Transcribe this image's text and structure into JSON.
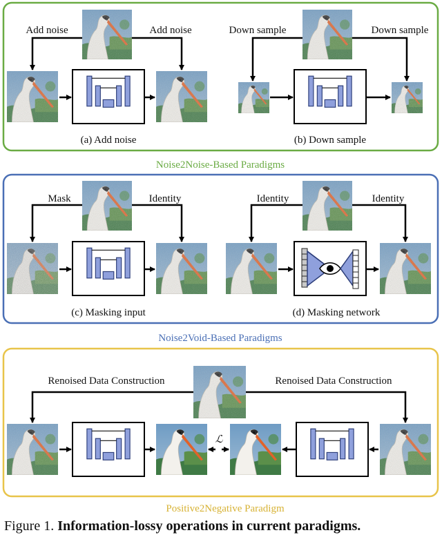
{
  "colors": {
    "noise2noise": "#6aab43",
    "noise2void": "#4a6fb5",
    "positive2negative": "#e8c44a",
    "unet_fill": "#8fa0dc",
    "unet_stroke": "#2d3e7a"
  },
  "icons": [
    "arrow-icon",
    "unet-icon",
    "bird-image-icon",
    "masking-network-icon",
    "loss-symbol-icon"
  ],
  "panels": {
    "noise2noise": {
      "title": "Noise2Noise-Based Paradigms",
      "a": {
        "left_label": "Add noise",
        "right_label": "Add noise",
        "caption": "(a) Add noise"
      },
      "b": {
        "left_label": "Down sample",
        "right_label": "Down sample",
        "caption": "(b) Down sample"
      }
    },
    "noise2void": {
      "title": "Noise2Void-Based Paradigms",
      "c": {
        "left_label": "Mask",
        "right_label": "Identity",
        "caption": "(c) Masking input"
      },
      "d": {
        "left_label": "Identity",
        "right_label": "Identity",
        "caption": "(d) Masking network"
      }
    },
    "positive2negative": {
      "title": "Positive2Negative Paradigm",
      "left_label": "Renoised Data Construction",
      "right_label": "Renoised Data Construction",
      "loss_symbol": "ℒ"
    }
  },
  "caption": {
    "prefix": "Figure 1.",
    "bold": "Information-lossy operations in current paradigms."
  }
}
